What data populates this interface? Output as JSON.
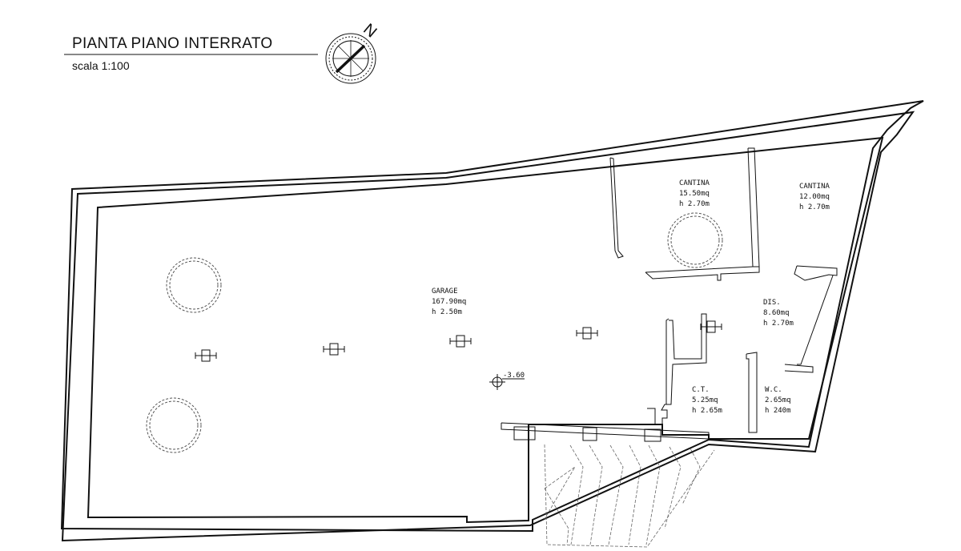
{
  "header": {
    "title": "PIANTA PIANO INTERRATO",
    "scale": "scala 1:100",
    "north_label": "N"
  },
  "rooms": {
    "garage": {
      "name": "GARAGE",
      "area": "167.90mq",
      "height": "h 2.50m"
    },
    "cantina1": {
      "name": "CANTINA",
      "area": "15.50mq",
      "height": "h 2.70m"
    },
    "cantina2": {
      "name": "CANTINA",
      "area": "12.00mq",
      "height": "h 2.70m"
    },
    "dis": {
      "name": "DIS.",
      "area": "8.60mq",
      "height": "h 2.70m"
    },
    "ct": {
      "name": "C.T.",
      "area": "5.25mq",
      "height": "h 2.65m"
    },
    "wc": {
      "name": "W.C.",
      "area": "2.65mq",
      "height": "h 240m"
    }
  },
  "level_mark": "-3.60",
  "icons": {
    "compass": "compass-icon",
    "column": "column-symbol-icon",
    "level": "level-marker-icon"
  }
}
